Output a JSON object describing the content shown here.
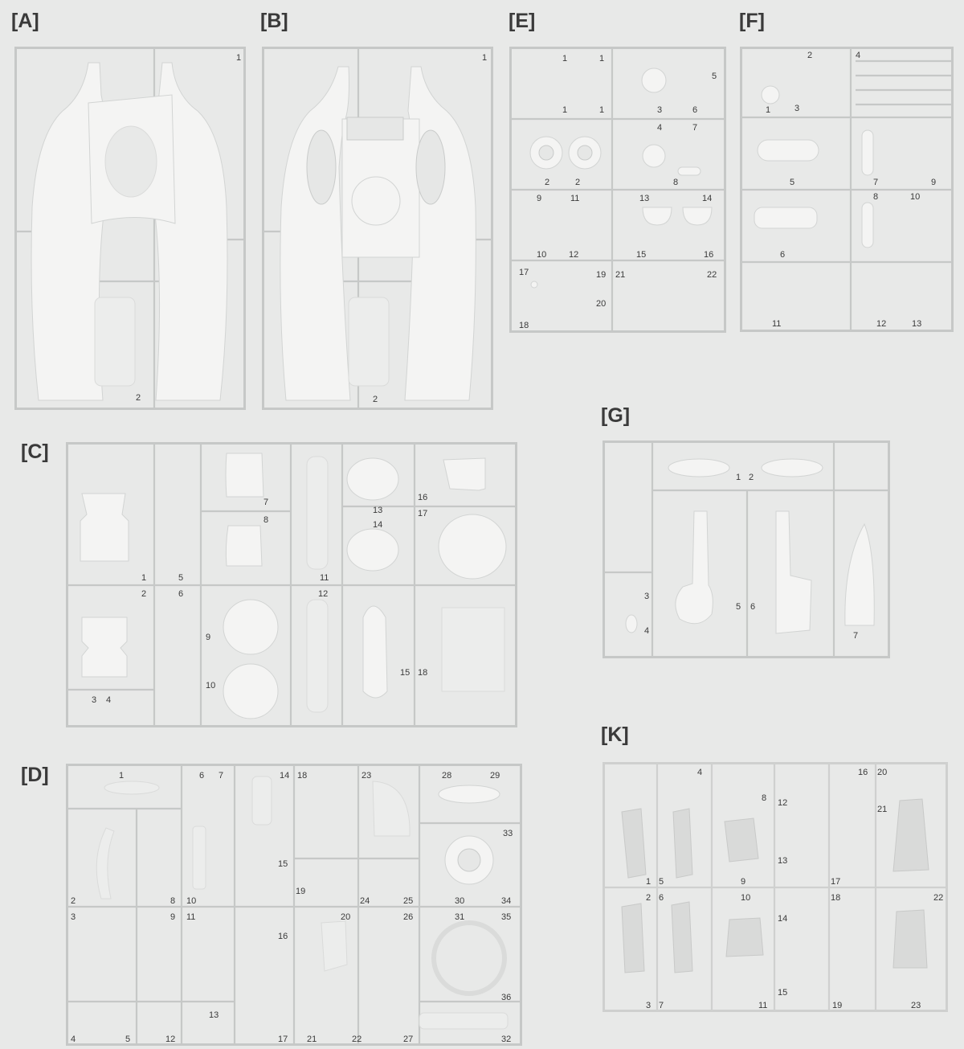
{
  "sprues": [
    {
      "id": "A",
      "label": "[A]"
    },
    {
      "id": "B",
      "label": "[B]"
    },
    {
      "id": "E",
      "label": "[E]"
    },
    {
      "id": "F",
      "label": "[F]"
    },
    {
      "id": "C",
      "label": "[C]"
    },
    {
      "id": "G",
      "label": "[G]"
    },
    {
      "id": "D",
      "label": "[D]"
    },
    {
      "id": "K",
      "label": "[K]"
    }
  ],
  "numbers": {
    "A": [
      "1",
      "2"
    ],
    "B": [
      "1",
      "2"
    ],
    "E": [
      "1",
      "1",
      "1",
      "1",
      "5",
      "3",
      "6",
      "4",
      "7",
      "2",
      "2",
      "8",
      "9",
      "11",
      "13",
      "14",
      "10",
      "12",
      "15",
      "16",
      "17",
      "19",
      "21",
      "22",
      "20",
      "18"
    ],
    "F": [
      "2",
      "4",
      "1",
      "3",
      "5",
      "7",
      "9",
      "8",
      "10",
      "6",
      "11",
      "12",
      "13"
    ],
    "C": [
      "7",
      "8",
      "16",
      "13",
      "17",
      "14",
      "1",
      "5",
      "11",
      "2",
      "6",
      "12",
      "9",
      "15",
      "18",
      "10",
      "3",
      "4"
    ],
    "G": [
      "1",
      "2",
      "3",
      "5",
      "6",
      "4",
      "7"
    ],
    "D": [
      "1",
      "6",
      "7",
      "14",
      "18",
      "23",
      "28",
      "29",
      "33",
      "15",
      "2",
      "8",
      "10",
      "19",
      "24",
      "25",
      "30",
      "34",
      "3",
      "9",
      "11",
      "20",
      "26",
      "31",
      "35",
      "16",
      "36",
      "13",
      "4",
      "5",
      "12",
      "17",
      "21",
      "22",
      "27",
      "32"
    ],
    "K": [
      "4",
      "16",
      "20",
      "8",
      "12",
      "21",
      "1",
      "5",
      "9",
      "13",
      "17",
      "2",
      "6",
      "10",
      "18",
      "22",
      "14",
      "15",
      "3",
      "7",
      "11",
      "19",
      "23"
    ]
  }
}
